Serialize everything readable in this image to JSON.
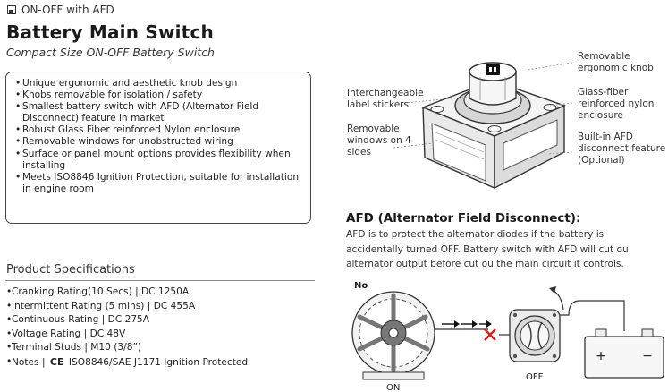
{
  "header": {
    "tag": "ON-OFF with AFD",
    "title": "Battery Main Switch",
    "subtitle": "Compact Size ON-OFF Battery Switch"
  },
  "features": [
    "Unique ergonomic and aesthetic knob design",
    "Knobs removable for isolation / safety",
    "Smallest battery switch with AFD (Alternator Field Disconnect) feature in market",
    "Robust Glass Fiber reinforced Nylon enclosure",
    "Removable windows for unobstructed wiring",
    "Surface or panel mount options provides flexibility when installing",
    "Meets ISO8846 Ignition Protection, suitable for installation in engine room"
  ],
  "specs": {
    "title": "Product Specifications",
    "items": [
      "Cranking Rating(10 Secs) | DC 1250A",
      "Intermittent Rating (5 mins) | DC 455A",
      "Continuous Rating | DC 275A",
      "Voltage Rating | DC 48V",
      "Terminal Studs | M10 (3/8”)"
    ],
    "notes_prefix": "Notes |",
    "ce_mark": "CE",
    "notes_text": "ISO8846/SAE J1171 Ignition Protected"
  },
  "callouts": {
    "label_stickers": [
      "Interchangeable",
      "label stickers"
    ],
    "windows": [
      "Removable",
      "windows on 4",
      "sides"
    ],
    "knob": [
      "Removable",
      "ergonomic knob"
    ],
    "enclosure": [
      "Glass-fiber",
      "reinforced nylon",
      "enclosure"
    ],
    "afd": [
      "Built-in AFD",
      "disconnect feature",
      "(Optional)"
    ]
  },
  "afd": {
    "title": "AFD (Alternator Field Disconnect):",
    "lines": [
      "AFD is to protect the alternator diodes if the battery is",
      "accidentally turned OFF. Battery switch with AFD will cut ou",
      "alternator output before cut ou the main circuit it controls."
    ]
  },
  "diagram": {
    "no_label": "No",
    "on_label": "ON",
    "off_label": "OFF",
    "battery_plus": "+",
    "battery_minus": "−"
  }
}
